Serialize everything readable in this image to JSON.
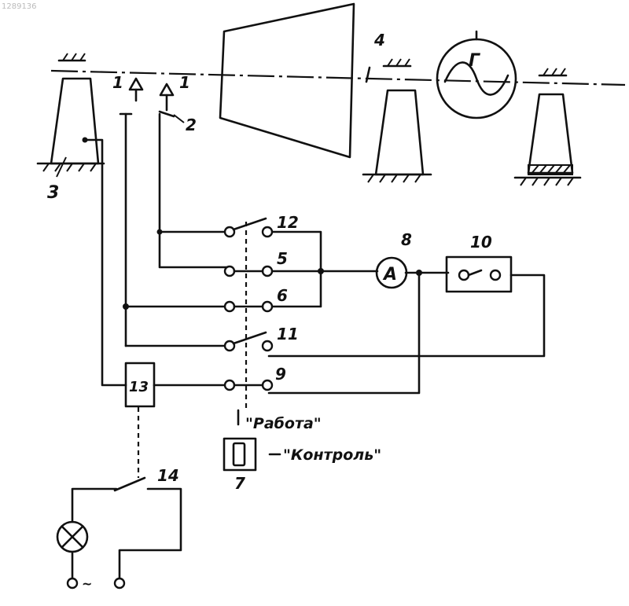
{
  "watermark": "1289136",
  "callouts": {
    "probe_a": "1",
    "probe_b": "1",
    "probe_mark": "2",
    "bearing_mark": "3",
    "shaft_mark": "4",
    "generator_mark": "Г",
    "switch_5": "5",
    "switch_6": "6",
    "switch_12": "12",
    "switch_11": "11",
    "switch_9": "9",
    "ammeter_mark": "8",
    "ammeter_symbol": "A",
    "unit_10": "10",
    "relay_13": "13",
    "switch_14": "14",
    "mode_switch_7": "7"
  },
  "mode_labels": {
    "work": "\"Работа\"",
    "control": "\"Контроль\""
  },
  "lamp_terminal_mark": "~"
}
